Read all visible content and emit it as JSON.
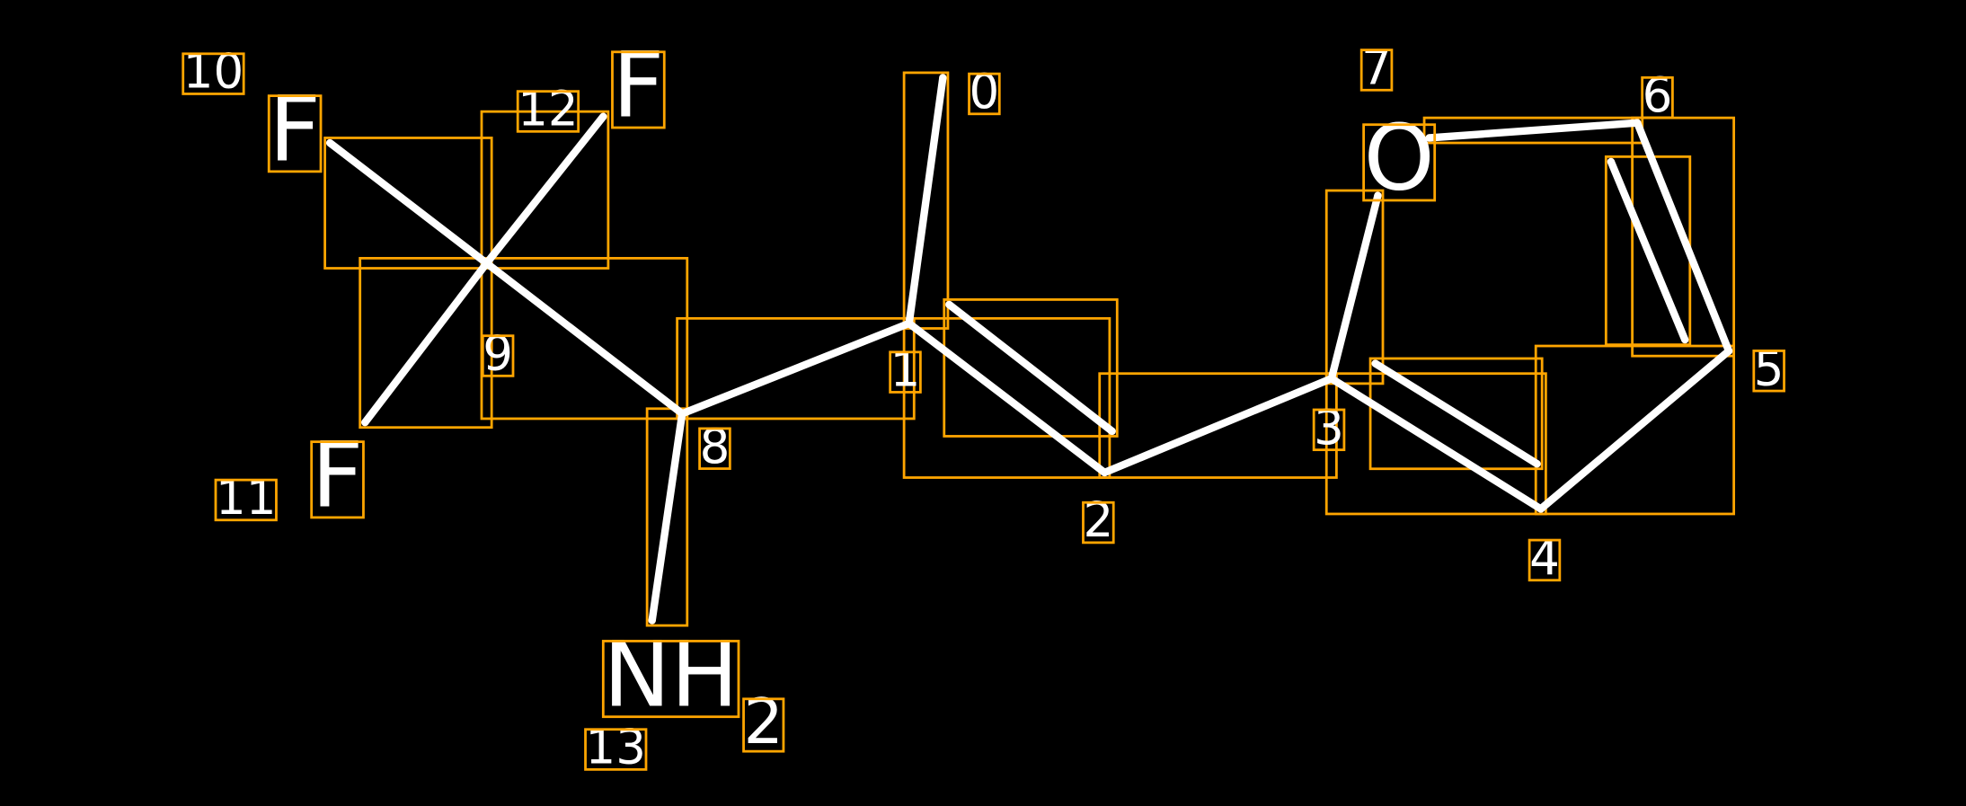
{
  "colors": {
    "background": "#000000",
    "bond": "#ffffff",
    "box": "#FFA500"
  },
  "atoms": [
    {
      "index": "0",
      "element": "C"
    },
    {
      "index": "1",
      "element": "C"
    },
    {
      "index": "2",
      "element": "C"
    },
    {
      "index": "3",
      "element": "C"
    },
    {
      "index": "4",
      "element": "C"
    },
    {
      "index": "5",
      "element": "C"
    },
    {
      "index": "6",
      "element": "C"
    },
    {
      "index": "7",
      "element": "O",
      "label": "O"
    },
    {
      "index": "8",
      "element": "C"
    },
    {
      "index": "9",
      "element": "C"
    },
    {
      "index": "10",
      "element": "F",
      "label": "F"
    },
    {
      "index": "11",
      "element": "F",
      "label": "F"
    },
    {
      "index": "12",
      "element": "F",
      "label": "F"
    },
    {
      "index": "13",
      "element": "N",
      "label": "NH",
      "subscript": "2"
    }
  ],
  "bonds": [
    {
      "from": "0",
      "to": "1",
      "order": 1
    },
    {
      "from": "1",
      "to": "2",
      "order": 2
    },
    {
      "from": "2",
      "to": "3",
      "order": 1
    },
    {
      "from": "3",
      "to": "4",
      "order": 2
    },
    {
      "from": "4",
      "to": "5",
      "order": 1
    },
    {
      "from": "5",
      "to": "6",
      "order": 2
    },
    {
      "from": "6",
      "to": "7",
      "order": 1
    },
    {
      "from": "7",
      "to": "3",
      "order": 1
    },
    {
      "from": "1",
      "to": "8",
      "order": 1
    },
    {
      "from": "8",
      "to": "9",
      "order": 1
    },
    {
      "from": "9",
      "to": "10",
      "order": 1
    },
    {
      "from": "9",
      "to": "11",
      "order": 1
    },
    {
      "from": "9",
      "to": "12",
      "order": 1
    },
    {
      "from": "8",
      "to": "13",
      "order": 1
    }
  ]
}
